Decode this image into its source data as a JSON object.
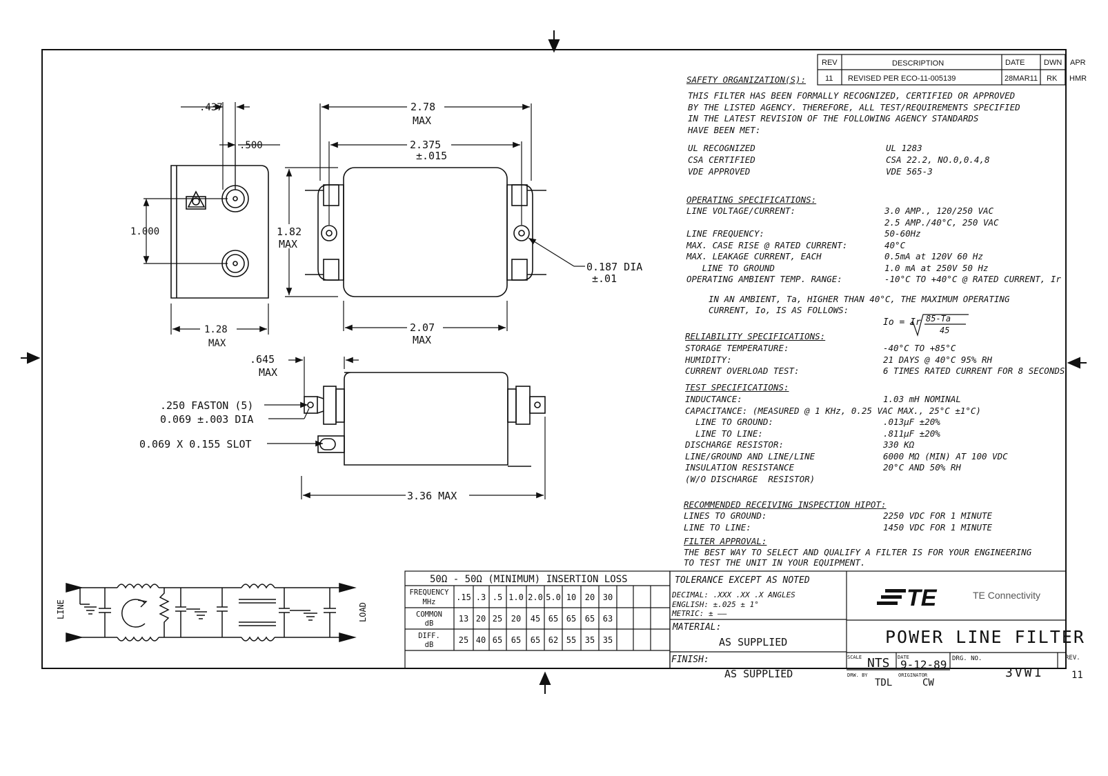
{
  "revision_block": {
    "headers": [
      "REV",
      "DESCRIPTION",
      "DATE",
      "DWN",
      "APR"
    ],
    "row": [
      "11",
      "REVISED PER ECO-11-005139",
      "28MAR11",
      "RK",
      "HMR"
    ]
  },
  "dimensions": {
    "d437": ".437",
    "d500": ".500",
    "d1000": "1.000",
    "d128": "1.28",
    "d128_sub": "MAX",
    "d278": "2.78",
    "d278_sub": "MAX",
    "d2375": "2.375",
    "d2375_sub": "±.015",
    "d182": "1.82",
    "d182_sub": "MAX",
    "d207": "2.07",
    "d207_sub": "MAX",
    "d0187": "0.187 DIA",
    "d0187_sub": "±.01",
    "d645": ".645",
    "d645_sub": "MAX",
    "faston": ".250 FASTON (5)",
    "dia069": "0.069 ±.003 DIA",
    "slot": "0.069 X 0.155 SLOT",
    "d336": "3.36 MAX"
  },
  "schematic": {
    "line_label": "LINE",
    "load_label": "LOAD"
  },
  "specs": {
    "safety_heading": "SAFETY ORGANIZATION(S):",
    "safety_text": [
      "THIS FILTER HAS BEEN FORMALLY RECOGNIZED, CERTIFIED OR APPROVED",
      "BY THE LISTED AGENCY. THEREFORE, ALL TEST/REQUIREMENTS SPECIFIED",
      "IN THE LATEST REVISION OF THE FOLLOWING AGENCY STANDARDS",
      "HAVE BEEN MET:"
    ],
    "agencies": [
      {
        "name": "UL RECOGNIZED",
        "value": "UL 1283"
      },
      {
        "name": "CSA CERTIFIED",
        "value": "CSA 22.2, NO.0,0.4,8"
      },
      {
        "name": "VDE APPROVED",
        "value": "VDE 565-3"
      }
    ],
    "operating_heading": "OPERATING SPECIFICATIONS:",
    "operating": [
      {
        "name": "LINE VOLTAGE/CURRENT:",
        "value": "3.0 AMP., 120/250 VAC"
      },
      {
        "name": "",
        "value": "2.5 AMP./40°C, 250 VAC"
      },
      {
        "name": "LINE FREQUENCY:",
        "value": "50-60Hz"
      },
      {
        "name": "MAX. CASE RISE @ RATED CURRENT:",
        "value": "40°C"
      },
      {
        "name": "MAX. LEAKAGE CURRENT, EACH",
        "value": "0.5mA at 120V 60 Hz"
      },
      {
        "name": "   LINE TO GROUND",
        "value": "1.0 mA at 250V 50 Hz"
      },
      {
        "name": "OPERATING AMBIENT TEMP. RANGE:",
        "value": "-10°C TO +40°C @ RATED CURRENT, Ir"
      }
    ],
    "ambient_note_1": "IN AN AMBIENT, Ta, HIGHER THAN 40°C, THE MAXIMUM OPERATING",
    "ambient_note_2": "CURRENT, Io, IS AS FOLLOWS:",
    "formula_lhs": "Io = Ir",
    "formula_num": "85-Ta",
    "formula_den": "45",
    "reliability_heading": "RELIABILITY SPECIFICATIONS:",
    "reliability": [
      {
        "name": "STORAGE TEMPERATURE:",
        "value": "-40°C TO +85°C"
      },
      {
        "name": "HUMIDITY:",
        "value": "21 DAYS @ 40°C 95% RH"
      },
      {
        "name": "CURRENT OVERLOAD TEST:",
        "value": "6 TIMES RATED CURRENT FOR 8 SECONDS"
      }
    ],
    "test_heading": "TEST SPECIFICATIONS:",
    "test": [
      {
        "name": "INDUCTANCE:",
        "value": "1.03 mH NOMINAL"
      },
      {
        "name": "CAPACITANCE: (MEASURED @ 1 KHz, 0.25 VAC MAX., 25°C ±1°C)",
        "value": ""
      },
      {
        "name": "  LINE TO GROUND:",
        "value": ".013µF ±20%"
      },
      {
        "name": "  LINE TO LINE:",
        "value": ".811µF ±20%"
      },
      {
        "name": "DISCHARGE RESISTOR:",
        "value": "330 KΩ"
      },
      {
        "name": "LINE/GROUND AND LINE/LINE",
        "value": "6000 MΩ (MIN) AT 100 VDC"
      },
      {
        "name": "INSULATION RESISTANCE",
        "value": "20°C AND 50% RH"
      },
      {
        "name": "(W/O DISCHARGE  RESISTOR)",
        "value": ""
      }
    ],
    "hipot_heading": "RECOMMENDED RECEIVING INSPECTION HIPOT:",
    "hipot": [
      {
        "name": "LINES TO GROUND:",
        "value": "2250 VDC FOR 1 MINUTE"
      },
      {
        "name": "LINE TO LINE:",
        "value": "1450 VDC FOR 1 MINUTE"
      }
    ],
    "approval_heading": "FILTER APPROVAL:",
    "approval_text": [
      "THE BEST WAY TO SELECT AND QUALIFY A FILTER IS FOR YOUR ENGINEERING",
      "TO TEST THE UNIT IN YOUR EQUIPMENT."
    ]
  },
  "insertion_loss": {
    "title": "50Ω - 50Ω (MINIMUM) INSERTION LOSS",
    "rows": [
      {
        "label": "FREQUENCY",
        "unit": "MHz",
        "values": [
          ".15",
          ".3",
          ".5",
          "1.0",
          "2.0",
          "5.0",
          "10",
          "20",
          "30"
        ]
      },
      {
        "label": "COMMON",
        "unit": "dB",
        "values": [
          "13",
          "20",
          "25",
          "20",
          "45",
          "65",
          "65",
          "65",
          "63"
        ]
      },
      {
        "label": "DIFF.",
        "unit": "dB",
        "values": [
          "25",
          "40",
          "65",
          "65",
          "65",
          "62",
          "55",
          "35",
          "35"
        ]
      }
    ]
  },
  "title_block": {
    "tolerance_heading": "TOLERANCE EXCEPT AS NOTED",
    "tol_decimal": "DECIMAL:  .XXX   .XX    .X   ANGLES",
    "tol_english": "ENGLISH: ±.025                  ± 1°",
    "tol_metric": "METRIC:  ± ——",
    "material_label": "MATERIAL:",
    "material_value": "AS SUPPLIED",
    "finish_label": "FINISH:",
    "finish_value": "AS SUPPLIED",
    "logo_text": "TE",
    "company": "TE Connectivity",
    "title": "POWER LINE FILTER",
    "scale_label": "SCALE",
    "scale_value": "NTS",
    "date_label": "DATE",
    "date_value": "9-12-89",
    "drg_label": "DRG. NO.",
    "drg_value": "3VW1",
    "rev_label": "REV.",
    "rev_value": "11",
    "drwn_label": "DRW. BY",
    "drwn_value": "TDL",
    "orig_label": "ORIGINATOR",
    "orig_value": "CW"
  }
}
